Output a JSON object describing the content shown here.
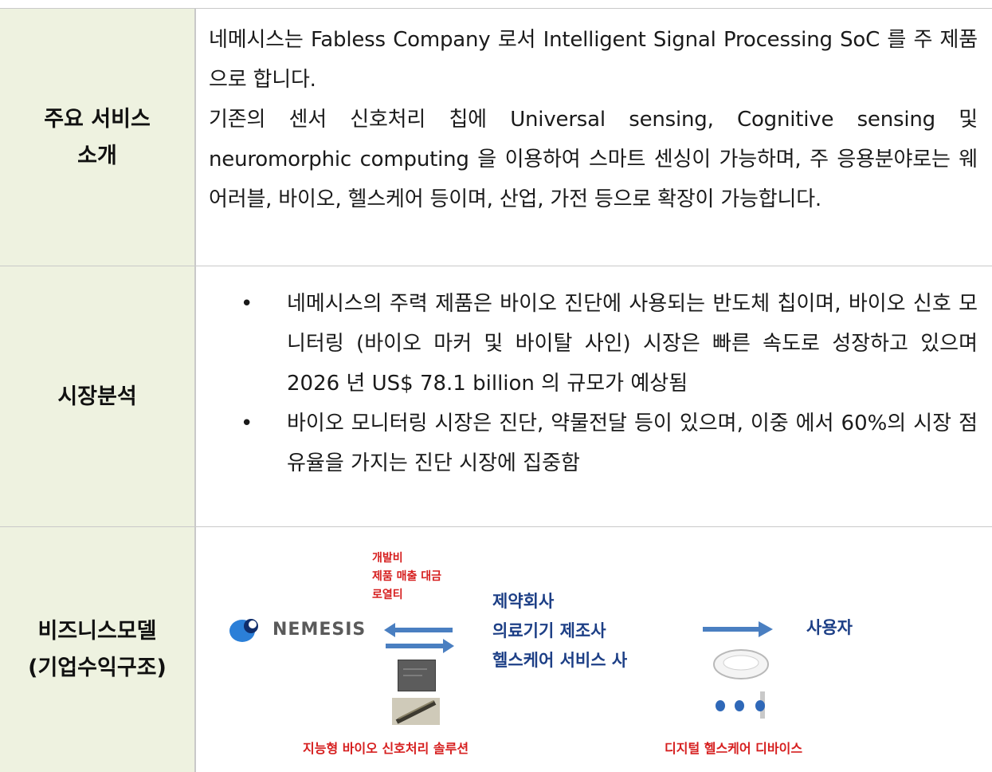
{
  "rows": {
    "service": {
      "label_line1": "주요 서비스",
      "label_line2": "소개",
      "para1": "네메시스는 Fabless Company 로서 Intelligent Signal Processing SoC 를 주 제품으로 합니다.",
      "para2": "기존의 센서 신호처리 칩에 Universal sensing, Cognitive sensing 및 neuromorphic computing 을 이용하여 스마트 센싱이 가능하며, 주 응용분야로는 웨어러블, 바이오, 헬스케어 등이며, 산업, 가전 등으로 확장이 가능합니다."
    },
    "market": {
      "label": "시장분석",
      "bullet_symbol": "•",
      "bullets": [
        "네메시스의 주력 제품은 바이오 진단에 사용되는 반도체 칩이며, 바이오 신호 모니터링 (바이오 마커 및 바이탈 사인) 시장은 빠른 속도로 성장하고 있으며 2026 년 US$ 78.1 billion 의 규모가 예상됨",
        "바이오 모니터링 시장은 진단, 약물전달 등이 있으며, 이중 에서 60%의 시장 점유율을 가지는 진단 시장에 집중함"
      ]
    },
    "business": {
      "label_line1": "비즈니스모델",
      "label_line2": "(기업수익구조)",
      "diagram": {
        "logo_text": "NEMESIS",
        "revenue_items": [
          "개발비",
          "제품 매출 대금",
          "로열티"
        ],
        "partners": [
          "제약회사",
          "의료기기 제조사",
          "헬스케어 서비스 사"
        ],
        "user": "사용자",
        "caption_left": "지능형 바이오 신호처리 솔루션",
        "caption_right": "디지털 헬스케어 디바이스",
        "colors": {
          "red": "#d61f1f",
          "navy": "#1d3f86",
          "arrow": "#4a7fc1"
        }
      }
    }
  }
}
